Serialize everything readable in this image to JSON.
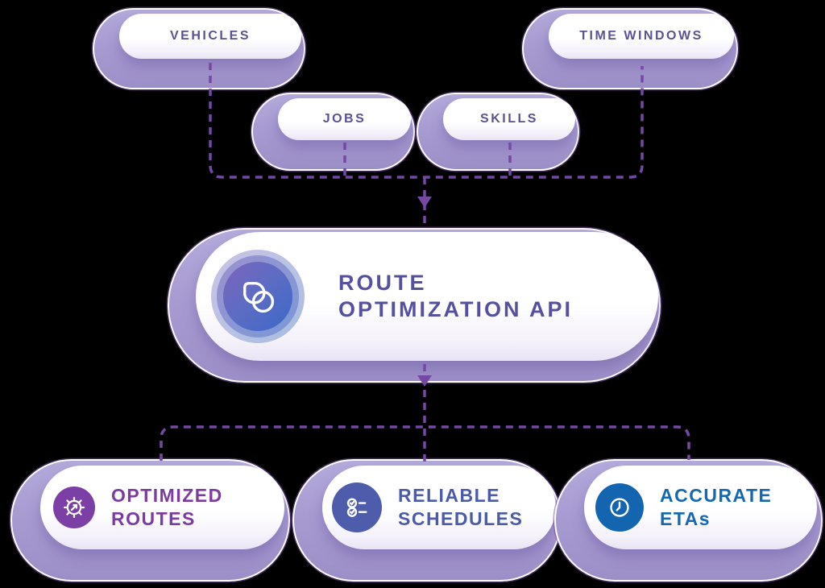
{
  "background_color": "#000000",
  "palette": {
    "pill_shadow_lavender": "#a89bd2",
    "pill_face": "#ffffff",
    "dashed_connector": "#7549a3",
    "input_label_color": "#5b5295",
    "center_title_color": "#55509f",
    "badge_core_gradient": [
      "#7c63ba",
      "#3a69c8"
    ]
  },
  "inputs": [
    {
      "label": "VEHICLES"
    },
    {
      "label": "JOBS"
    },
    {
      "label": "SKILLS"
    },
    {
      "label": "TIME WINDOWS"
    }
  ],
  "center": {
    "icon": "infinity-logo-icon",
    "title_line1": "ROUTE",
    "title_line2": "OPTIMIZATION API"
  },
  "outputs": [
    {
      "icon": "gear-arrow-icon",
      "line1": "OPTIMIZED",
      "line2": "ROUTES",
      "text_color": "#7c3aa3",
      "circle_color": "#7b3fa5"
    },
    {
      "icon": "checklist-icon",
      "line1": "RELIABLE",
      "line2": "SCHEDULES",
      "text_color": "#4a5ca9",
      "circle_color": "#4e5dab"
    },
    {
      "icon": "clock-icon",
      "line1": "ACCURATE",
      "line2": "ETAs",
      "text_color": "#1568b2",
      "circle_color": "#1465af"
    }
  ]
}
